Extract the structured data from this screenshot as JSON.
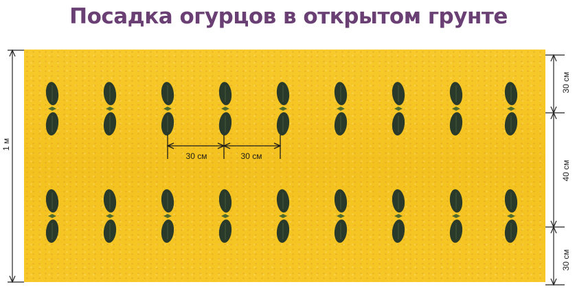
{
  "title": "Посадка огурцов в открытом грунте",
  "dimensions": {
    "bed_height": "1 м",
    "top_margin": "30 см",
    "row_gap": "40 см",
    "bottom_margin": "30 см",
    "plant_spacing_1": "30 см",
    "plant_spacing_2": "30 см"
  },
  "layout_info": {
    "rows": 2,
    "plants_per_row": 9
  },
  "colors": {
    "bed": "#f4c21f",
    "leaf": "#2a3a2a",
    "title": "#6a3f74"
  }
}
